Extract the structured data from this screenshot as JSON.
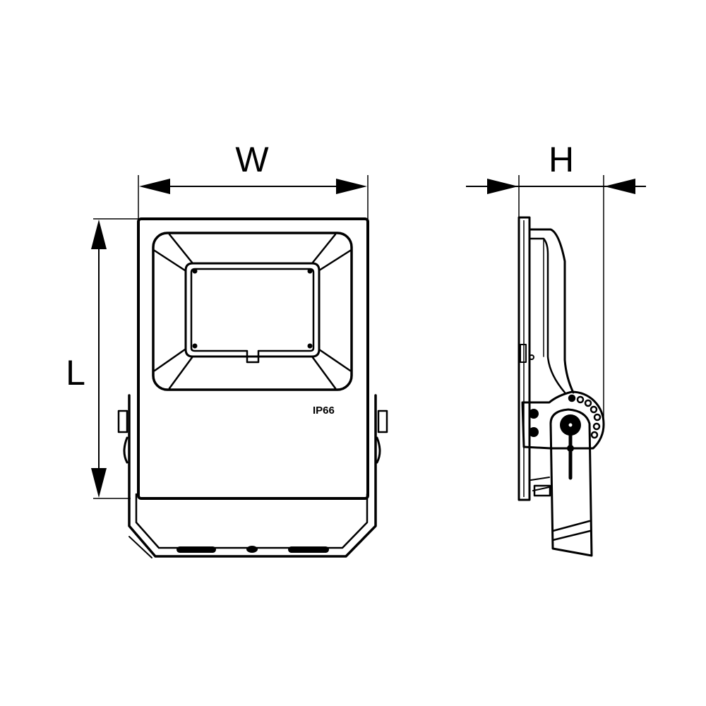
{
  "dimensions": {
    "width_label": "W",
    "height_label": "H",
    "length_label": "L"
  },
  "product": {
    "rating_marking": "IP66",
    "views": [
      "front",
      "side"
    ]
  },
  "colors": {
    "line": "#000000",
    "background": "#ffffff"
  }
}
